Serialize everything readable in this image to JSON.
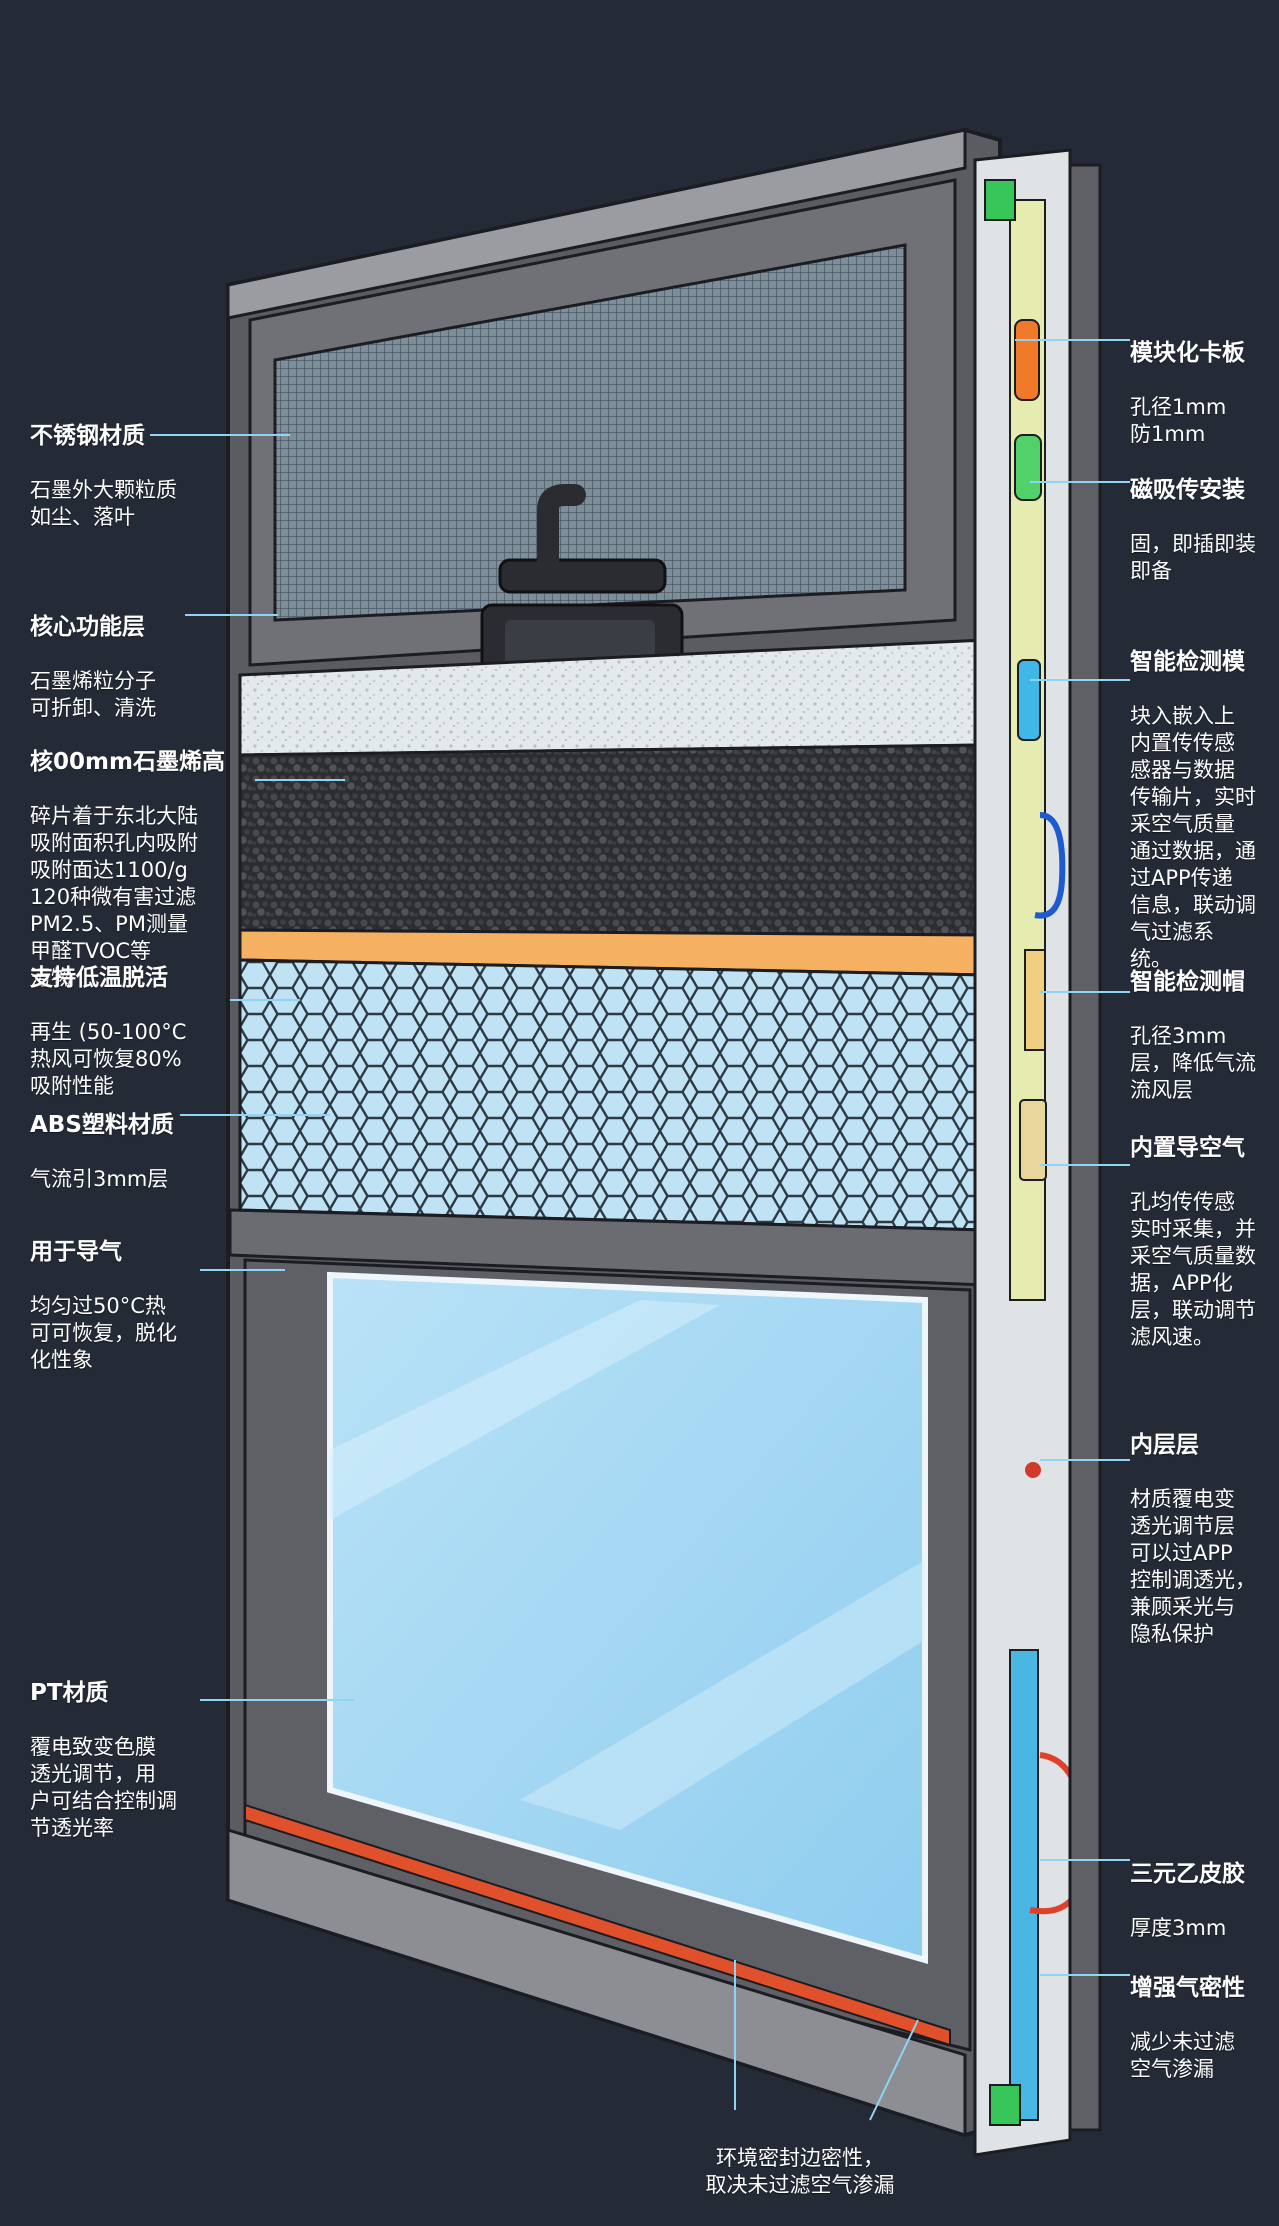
{
  "colors": {
    "background": "#242b37",
    "frame": "#6e7076",
    "frame_dark": "#4b4d53",
    "mesh": "#8a9aa8",
    "carbon": "#2d2f33",
    "felt": "#e8edf0",
    "orange_strip": "#f7b46a",
    "honeycomb": "#bfe3f5",
    "glass": "#a9d9f3",
    "seal_red": "#e0502a",
    "leader": "#8fd3f5",
    "side_panel": "#e6ecb0"
  },
  "left_labels": [
    {
      "title": "不锈钢材质",
      "body": "石墨外大颗粒质\n如尘、落叶"
    },
    {
      "title": "核心功能层",
      "body": "石墨烯粒分子\n可折卸、清洗"
    },
    {
      "title": "核00mm石墨烯高",
      "body": "碎片着于东北大陆\n吸附面积孔内吸附\n吸附面达1100/g\n120种微有害过滤\nPM2.5、PM测量\n甲醛TVOC等\n污物"
    },
    {
      "title": "支持低温脱活",
      "body": "再生 (50-100°C\n热风可恢复80%\n吸附性能"
    },
    {
      "title": "ABS塑料材质",
      "body": "气流引3mm层"
    },
    {
      "title": "用于导气",
      "body": "均匀过50°C热\n可可恢复，脱化\n化性象"
    },
    {
      "title": "PT材质",
      "body": "覆电致变色膜\n透光调节，用\n户可结合控制调\n节透光率"
    }
  ],
  "right_labels": [
    {
      "title": "模块化卡板",
      "body": "孔径1mm\n防1mm"
    },
    {
      "title": "磁吸传安装",
      "body": "固，即插即装\n即备"
    },
    {
      "title": "智能检测模",
      "body": "块入嵌入上\n内置传传感\n感器与数据\n传输片，实时\n采空气质量\n通过数据，通\n过APP传递\n信息，联动调\n气过滤系\n统。"
    },
    {
      "title": "智能检测帽",
      "body": "孔径3mm\n层，降低气流\n流风层"
    },
    {
      "title": "内置导空气",
      "body": "孔均传传感\n实时采集，并\n采空气质量数\n据，APP化\n层，联动调节\n滤风速。"
    },
    {
      "title": "内层层",
      "body": "材质覆电变\n透光调节层\n可以过APP\n控制调透光，\n兼顾采光与\n隐私保护"
    },
    {
      "title": "三元乙皮胶",
      "body": "厚度3mm"
    },
    {
      "title": "增强气密性",
      "body": "减少未过滤\n空气渗漏"
    }
  ],
  "bottom_label": {
    "body": "环境密封边密性，\n取决未过滤空气渗漏"
  }
}
